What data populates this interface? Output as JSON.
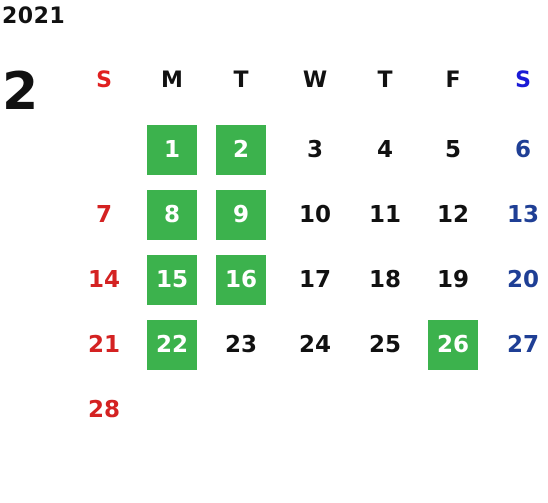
{
  "calendar": {
    "year": "2021",
    "month": "2",
    "weekdays": [
      "S",
      "M",
      "T",
      "W",
      "T",
      "F",
      "S"
    ],
    "weeks": [
      [
        "",
        "1",
        "2",
        "3",
        "4",
        "5",
        "6"
      ],
      [
        "7",
        "8",
        "9",
        "10",
        "11",
        "12",
        "13"
      ],
      [
        "14",
        "15",
        "16",
        "17",
        "18",
        "19",
        "20"
      ],
      [
        "21",
        "22",
        "23",
        "24",
        "25",
        "26",
        "27"
      ],
      [
        "28",
        "",
        "",
        "",
        "",
        "",
        ""
      ]
    ],
    "highlighted_days": [
      "1",
      "2",
      "8",
      "9",
      "15",
      "16",
      "22",
      "26"
    ]
  },
  "colors": {
    "highlight_bg": "#3cb24d",
    "highlight_text": "#ffffff",
    "sunday_header": "#e02020",
    "saturday_header": "#1a1ad6",
    "sunday_day": "#d42222",
    "saturday_day": "#1f3f95",
    "weekday_text": "#111111"
  }
}
